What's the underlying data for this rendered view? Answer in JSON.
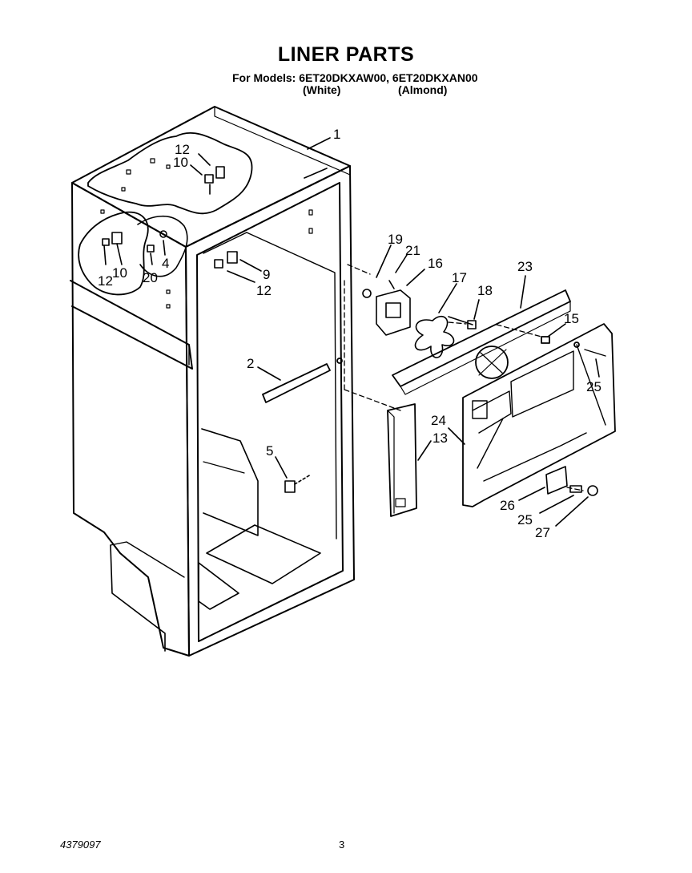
{
  "header": {
    "title": "LINER PARTS",
    "models_line": "For Models: 6ET20DKXAW00, 6ET20DKXAN00",
    "variant_white": "(White)",
    "variant_almond": "(Almond)"
  },
  "callouts": {
    "c1": "1",
    "c12a": "12",
    "c10a": "10",
    "c12b": "12",
    "c10b": "10",
    "c20": "20",
    "c4": "4",
    "c9": "9",
    "c12c": "12",
    "c19": "19",
    "c21": "21",
    "c16": "16",
    "c17": "17",
    "c18": "18",
    "c23": "23",
    "c15": "15",
    "c25a": "25",
    "c2": "2",
    "c24": "24",
    "c13": "13",
    "c5": "5",
    "c26": "26",
    "c25b": "25",
    "c27": "27"
  },
  "footer": {
    "doc_number": "4379097",
    "page_number": "3"
  }
}
